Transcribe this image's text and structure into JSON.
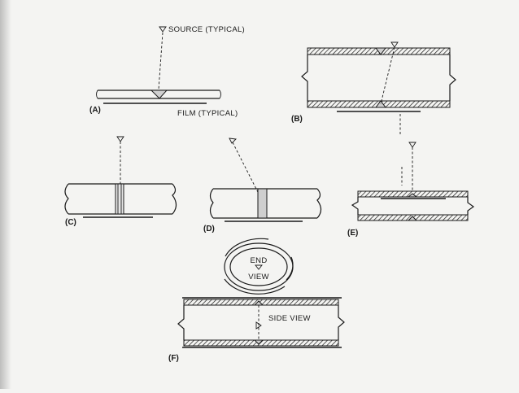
{
  "labels": {
    "source": "SOURCE (TYPICAL)",
    "film": "FILM (TYPICAL)",
    "end_view_line1": "END",
    "end_view_line2": "VIEW",
    "side_view": "SIDE VIEW"
  },
  "panels": [
    "(A)",
    "(B)",
    "(C)",
    "(D)",
    "(E)",
    "(F)"
  ],
  "colors": {
    "ink": "#1a1a1a",
    "paper": "#f4f4f2",
    "weld": "#d0d0d0"
  }
}
